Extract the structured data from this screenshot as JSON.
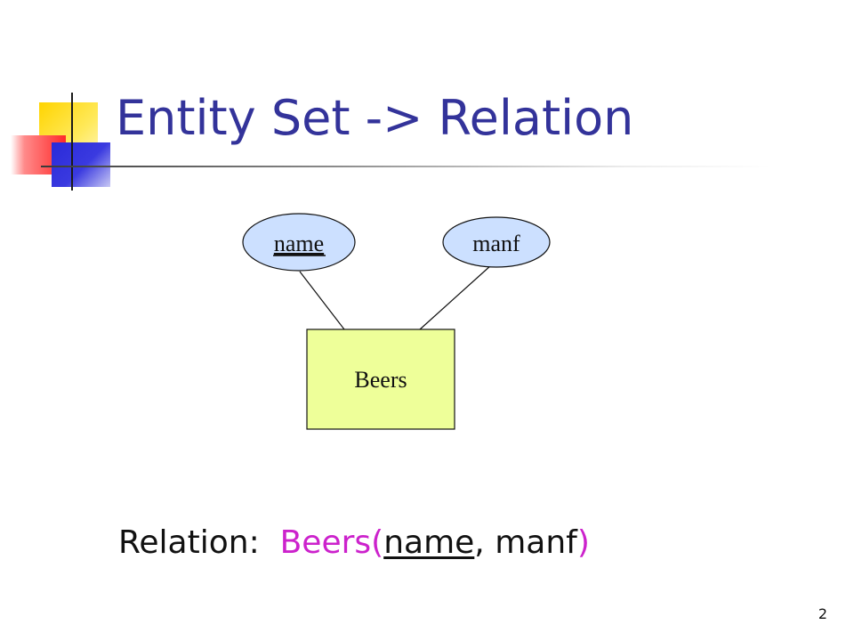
{
  "slide": {
    "title": "Entity Set -> Relation",
    "page_number": "2"
  },
  "diagram": {
    "entity": {
      "label": "Beers"
    },
    "attributes": [
      {
        "label": "name",
        "is_key": true
      },
      {
        "label": "manf",
        "is_key": false
      }
    ]
  },
  "relation": {
    "label": "Relation:",
    "name": "Beers",
    "open_paren": "(",
    "key_attr": "name",
    "separator": ",",
    "other_attr": "manf",
    "close_paren": ")"
  },
  "colors": {
    "title": "#33339a",
    "entity_fill": "#eeff99",
    "attribute_fill": "#cce0ff",
    "relation_name": "#cc22cc"
  }
}
